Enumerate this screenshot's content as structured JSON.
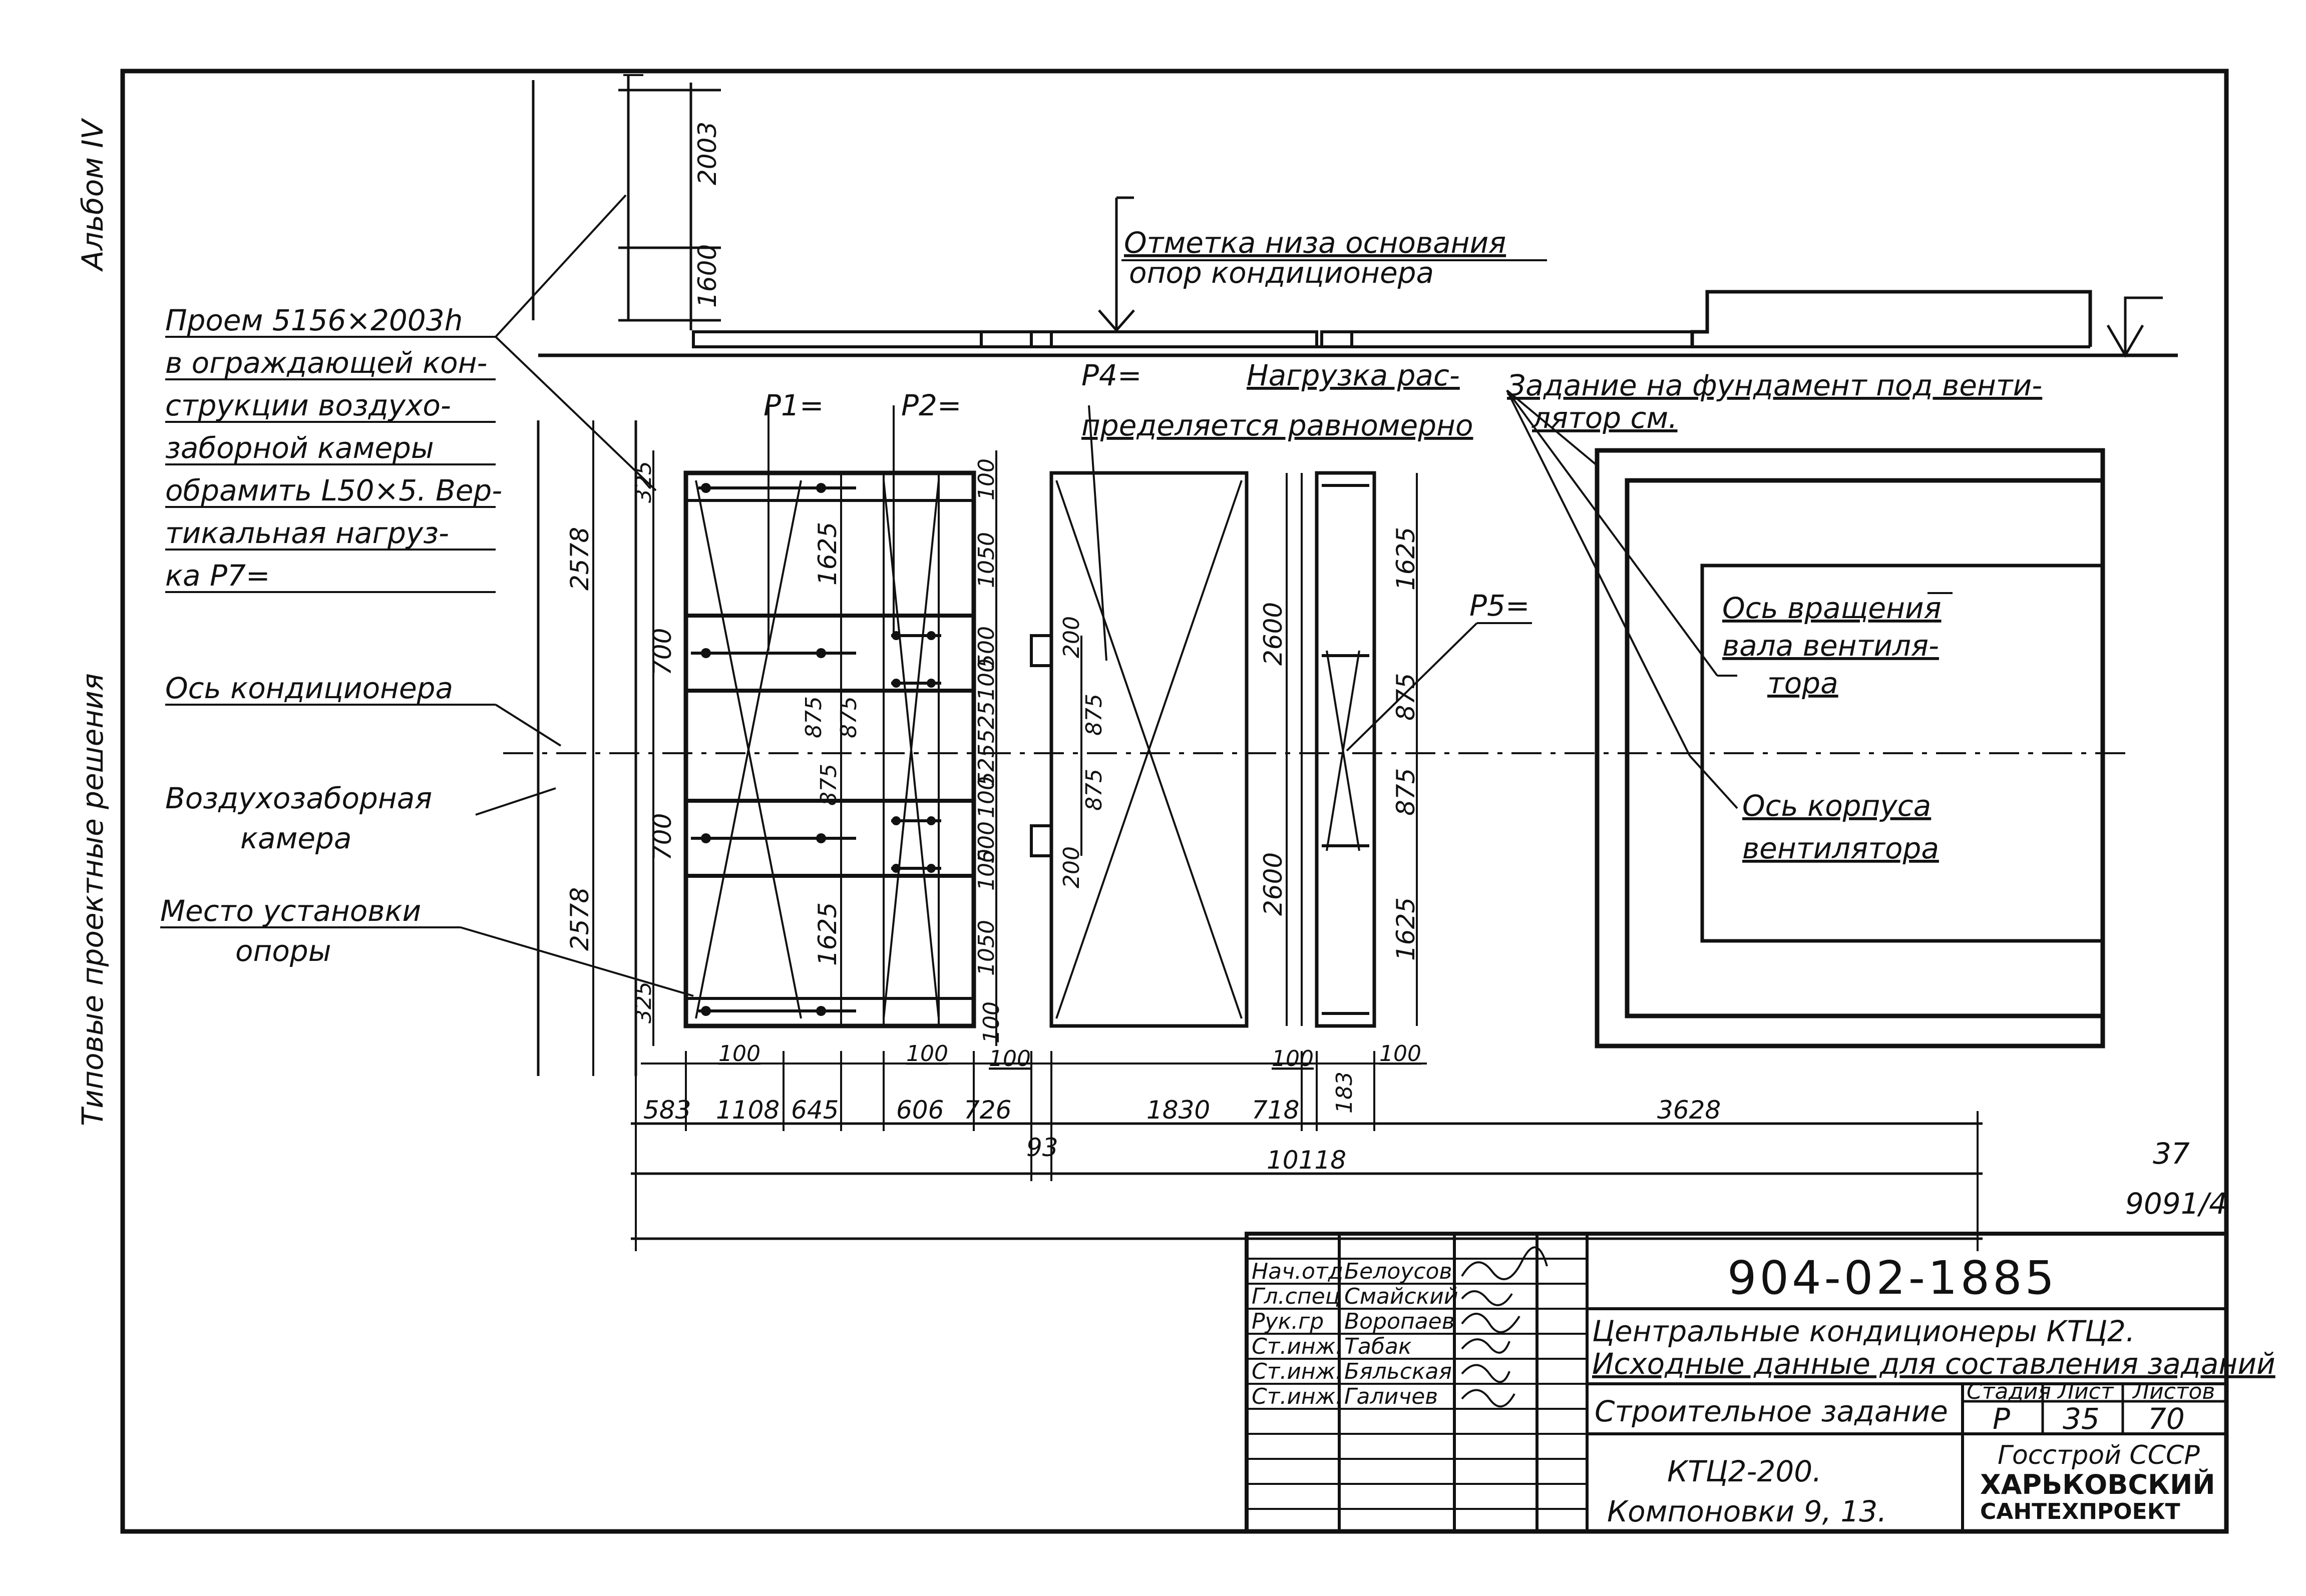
{
  "side_labels": {
    "album": "Альбом IV",
    "series": "Типовые проектные решения"
  },
  "top_notes": {
    "bottom_mark_line1": "Отметка низа основания",
    "bottom_mark_line2": "опор кондиционера"
  },
  "left_notes": {
    "opening": [
      "Проем 5156×2003h",
      "в ограждающей кон-",
      "струкции воздухо-",
      "заборной камеры",
      "обрамить L50×5. Вер-",
      "тикальная нагруз-",
      "ка P7="
    ],
    "axis": "Ось кондиционера",
    "chamber_line1": "Воздухозаборная",
    "chamber_line2": "камера",
    "support_line1": "Место установки",
    "support_line2": "опоры"
  },
  "loads": {
    "p1": "P1=",
    "p2": "P2=",
    "p4": "P4=",
    "p4_note_line1": "Нагрузка рас-",
    "p4_note_line2": "пределяется равномерно",
    "p5": "P5="
  },
  "right_notes": {
    "foundation_line1": "Задание на фундамент под венти-",
    "foundation_line2": "лятор см.",
    "rotation_line1": "Ось вращения",
    "rotation_line2": "вала вентиля-",
    "rotation_line3": "тора",
    "housing_line1": "Ось корпуса",
    "housing_line2": "вентилятора"
  },
  "dimensions": {
    "d2003": "2003",
    "d1600": "1600",
    "d2578_top": "2578",
    "d2578_bot": "2578",
    "d325_top": "325",
    "d325_bot": "325",
    "d700_top": "700",
    "d700_bot": "700",
    "d1625_l_top": "1625",
    "d875_l_top": "875",
    "d875_l_mid": "875",
    "d875_l_bot": "875",
    "d1625_l_bot": "1625",
    "d100_a": "100",
    "d1050_top": "1050",
    "d500_top": "500",
    "d100_b": "100",
    "d525_top": "525",
    "d525_bot": "525",
    "d100_c": "100",
    "d500_bot": "500",
    "d100_d": "100",
    "d1050_bot": "1050",
    "d200_top": "200",
    "d875_m_top": "875",
    "d875_m_bot": "875",
    "d200_bot": "200",
    "d2600_top": "2600",
    "d2600_bot": "2600",
    "d1625_r_top": "1625",
    "d875_r_top": "875",
    "d875_r_bot": "875",
    "d1625_r_bot": "1625",
    "d100_bot_a": "100",
    "d100_bot_b": "100",
    "d100_bot_c": "100",
    "d100_bot_d": "100",
    "d100_bot_e": "100",
    "d100_bot_f": "100",
    "d183": "183",
    "row": [
      "583",
      "1108",
      "645",
      "606",
      "726",
      "1830",
      "718",
      "3628"
    ],
    "d93": "93",
    "total": "10118"
  },
  "sheet_ref": {
    "num": "37",
    "code": "9091/4"
  },
  "title_block": {
    "roles": [
      "Нач.отд",
      "Гл.спец",
      "Рук.гр",
      "Ст.инж.",
      "Ст.инж.",
      "Ст.инж."
    ],
    "names": [
      "Белоусов",
      "Смайский",
      "Воропаев",
      "Табак",
      "Бяльская",
      "Галичев"
    ],
    "doc_code": "904-02-1885",
    "desc_line1": "Центральные кондиционеры КТЦ2.",
    "desc_line2": "Исходные данные для составления заданий",
    "task": "Строительное задание",
    "stage_header": "Стадия",
    "sheet_header": "Лист",
    "sheets_header": "Листов",
    "stage": "Р",
    "sheet": "35",
    "sheets": "70",
    "model_line1": "КТЦ2-200.",
    "model_line2": "Компоновки 9, 13.",
    "org_line1": "Госстрой СССР",
    "org_line2": "ХАРЬКОВСКИЙ",
    "org_line3": "САНТЕХПРОЕКТ"
  }
}
